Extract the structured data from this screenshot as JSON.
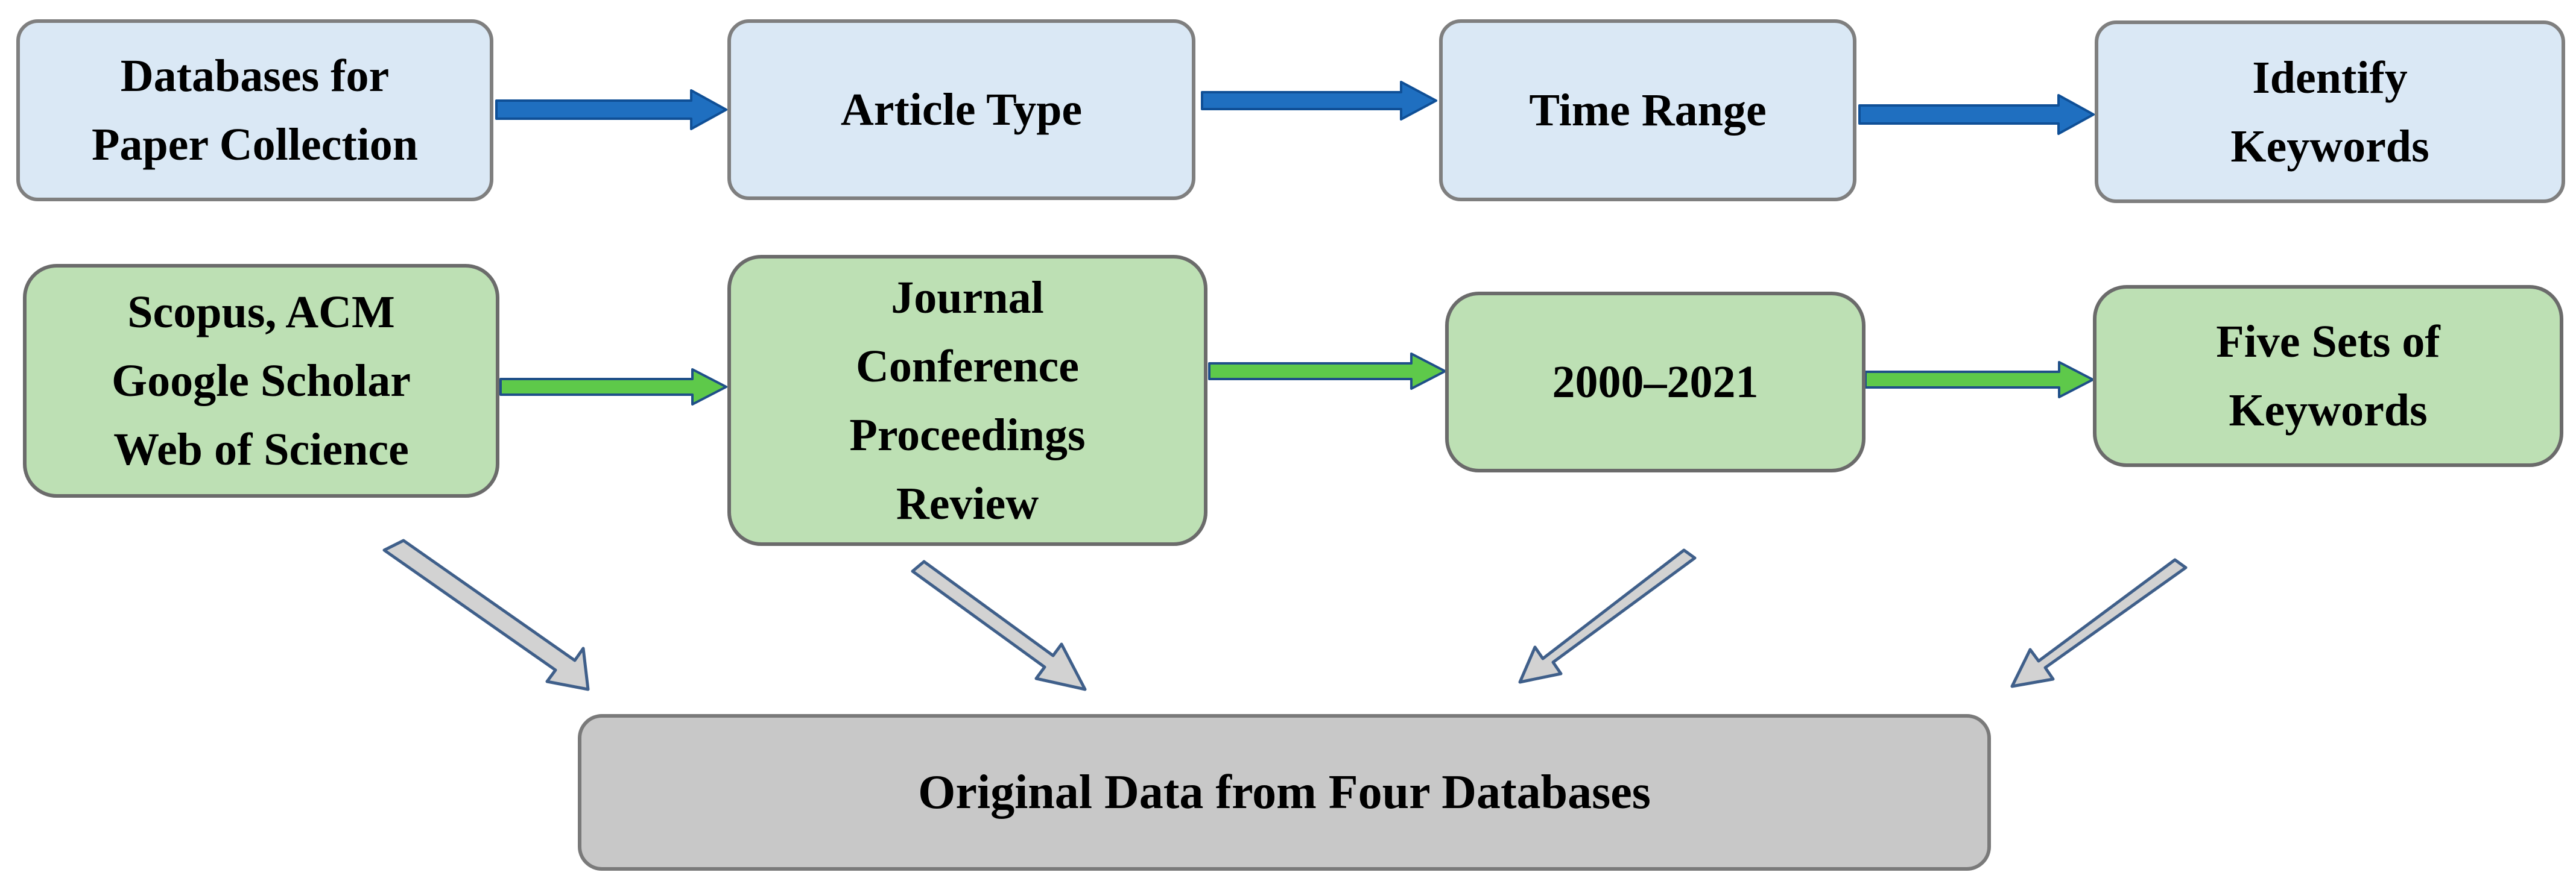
{
  "diagram": {
    "top_row": [
      {
        "label": "Databases for\nPaper Collection"
      },
      {
        "label": "Article Type"
      },
      {
        "label": "Time Range"
      },
      {
        "label": "Identify\nKeywords"
      }
    ],
    "middle_row": [
      {
        "label": "Scopus, ACM\nGoogle Scholar\nWeb of Science"
      },
      {
        "label": "Journal\nConference\nProceedings\nReview"
      },
      {
        "label": "2000–2021"
      },
      {
        "label": "Five Sets of\nKeywords"
      }
    ],
    "output": {
      "label": "Original Data from Four Databases"
    },
    "colors": {
      "top_fill": "#dae8f5",
      "middle_fill": "#bde0b4",
      "output_fill": "#c8c8c8",
      "border": "#7f7f7f",
      "blue_arrow": "#1f6fc0",
      "blue_arrow_edge": "#0f4f96",
      "green_arrow": "#5ec94a",
      "green_arrow_edge": "#1f4f88",
      "gray_arrow": "#d2d2d2",
      "gray_arrow_edge": "#3f5f8a"
    }
  }
}
